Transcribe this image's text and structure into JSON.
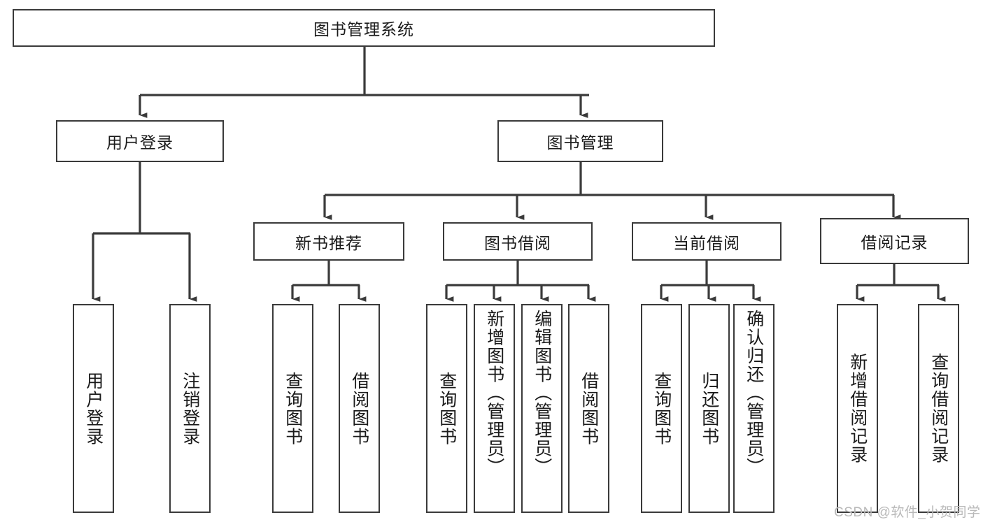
{
  "diagram": {
    "type": "tree",
    "title_box": {
      "label": "图书管理系统"
    },
    "branches": [
      {
        "label": "用户登录",
        "children": [
          {
            "label": "用户登录"
          },
          {
            "label": "注销登录"
          }
        ]
      },
      {
        "label": "图书管理",
        "children": [
          {
            "label": "新书推荐",
            "children": [
              {
                "label": "查询图书"
              },
              {
                "label": "借阅图书"
              }
            ]
          },
          {
            "label": "图书借阅",
            "children": [
              {
                "label": "查询图书"
              },
              {
                "label": "新增图书（管理员）"
              },
              {
                "label": "编辑图书（管理员）"
              },
              {
                "label": "借阅图书"
              }
            ]
          },
          {
            "label": "当前借阅",
            "children": [
              {
                "label": "查询图书"
              },
              {
                "label": "归还图书"
              },
              {
                "label": "确认归还（管理员）"
              }
            ]
          },
          {
            "label": "借阅记录",
            "children": [
              {
                "label": "新增借阅记录"
              },
              {
                "label": "查询借阅记录"
              }
            ]
          }
        ]
      }
    ]
  },
  "watermark": {
    "text": "CSDN @软件_小贺同学"
  },
  "colors": {
    "stroke": "#3a3a3a",
    "background": "#ffffff",
    "text": "#1a1a1a",
    "watermark": "#b9b9b9"
  }
}
